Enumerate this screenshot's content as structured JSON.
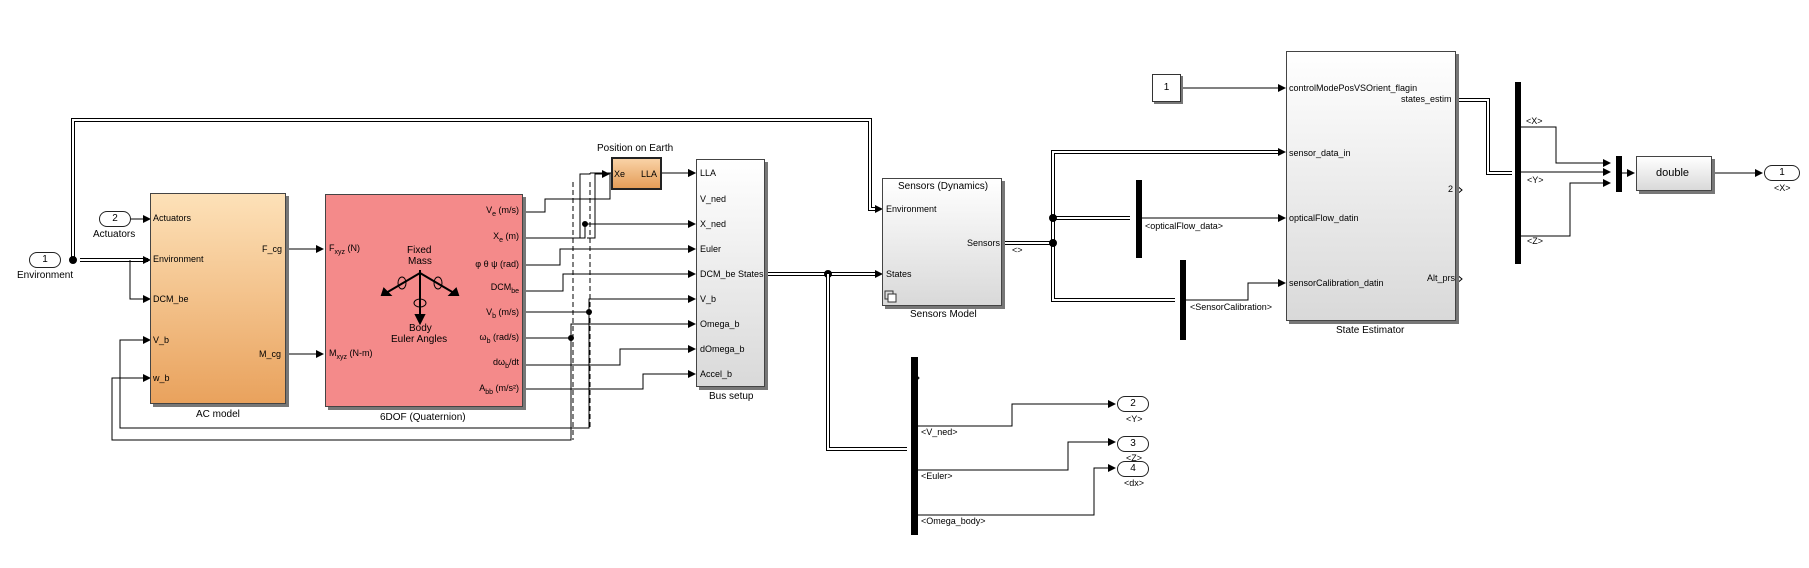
{
  "inports": {
    "environment": {
      "num": "1",
      "name": "Environment"
    },
    "actuators": {
      "num": "2",
      "name": "Actuators"
    }
  },
  "ac_model": {
    "name": "AC model",
    "inputs": [
      "Actuators",
      "Environment",
      "DCM_be",
      "V_b",
      "w_b"
    ],
    "outputs": [
      "F_cg",
      "M_cg"
    ]
  },
  "dof": {
    "name": "6DOF (Quaternion)",
    "inputs": [
      "F",
      "xyz",
      " (N)",
      "M",
      "xyz",
      " (N-m)"
    ],
    "center_top": "Fixed",
    "center_mid": "Mass",
    "center_bottom1": "Body",
    "center_bottom2": "Euler Angles",
    "outputs": [
      {
        "main": "V",
        "sub": "e",
        "rest": " (m/s)"
      },
      {
        "main": "X",
        "sub": "e",
        "rest": " (m)"
      },
      {
        "main": "φ θ ψ (rad)",
        "sub": "",
        "rest": ""
      },
      {
        "main": "DCM",
        "sub": "be",
        "rest": ""
      },
      {
        "main": "V",
        "sub": "b",
        "rest": " (m/s)"
      },
      {
        "main": "ω",
        "sub": "b",
        "rest": " (rad/s)"
      },
      {
        "main": "dω",
        "sub": "b",
        "rest": "/dt"
      },
      {
        "main": "A",
        "sub": "bb",
        "rest": " (m/s²)"
      }
    ]
  },
  "position_on_earth": {
    "title": "Position on Earth",
    "in": "Xe",
    "out": "LLA"
  },
  "bus_setup": {
    "name": "Bus setup",
    "inputs": [
      "LLA",
      "V_ned",
      "X_ned",
      "Euler",
      "DCM_be",
      "V_b",
      "Omega_b",
      "dOmega_b",
      "Accel_b"
    ],
    "output": "States"
  },
  "sensors": {
    "title": "Sensors (Dynamics)",
    "name": "Sensors Model",
    "inputs": [
      "Environment",
      "States"
    ],
    "output": "Sensors",
    "sig": "<>"
  },
  "constant": {
    "value": "1"
  },
  "state_estimator": {
    "name": "State Estimator",
    "inputs": [
      "controlModePosVSOrient_flagin",
      "sensor_data_in",
      "opticalFlow_datin",
      "sensorCalibration_datin"
    ],
    "outputs": [
      "states_estim",
      "2",
      "Alt_prs"
    ]
  },
  "signals": {
    "optical": "<opticalFlow_data>",
    "calib": "<SensorCalibration>",
    "x": "<X>",
    "y": "<Y>",
    "z": "<Z>",
    "v_ned": "<V_ned>",
    "euler": "<Euler>",
    "omega_body": "<Omega_body>"
  },
  "double_block": {
    "label": "double"
  },
  "outports": [
    {
      "num": "1",
      "name": "<X>"
    },
    {
      "num": "2",
      "name": "<Y>"
    },
    {
      "num": "3",
      "name": "<Z>"
    },
    {
      "num": "4",
      "name": "<dx>"
    }
  ]
}
